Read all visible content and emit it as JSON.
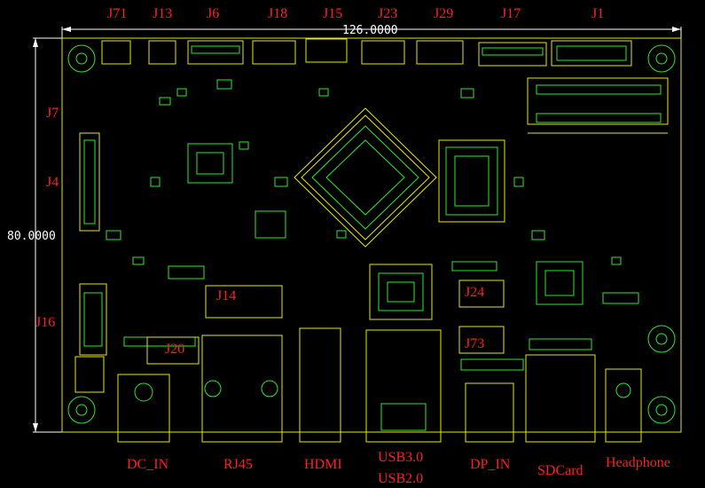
{
  "dimensions": {
    "width": "126.0000",
    "height": "80.0000"
  },
  "top_labels": [
    "J71",
    "J13",
    "J6",
    "J18",
    "J15",
    "J23",
    "J29",
    "J17",
    "J1"
  ],
  "left_labels": [
    "J7",
    "J4",
    "J16"
  ],
  "bottom_labels": [
    "DC_IN",
    "RJ45",
    "HDMI",
    "USB3.0",
    "USB2.0",
    "DP_IN",
    "SDCard",
    "Headphone"
  ],
  "inner_labels": [
    "J14",
    "J20",
    "J24",
    "J73"
  ],
  "colors": {
    "background": "#000000",
    "outline": "#e8e800",
    "component": "#2ee82e",
    "label": "#ff2020",
    "dimension": "#ffffff"
  }
}
